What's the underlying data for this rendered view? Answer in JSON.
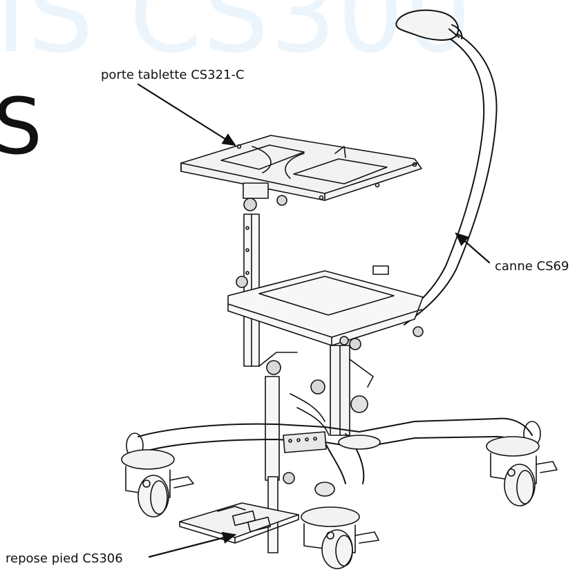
{
  "watermark_text": "IS CS300",
  "big_letter": "S",
  "callouts": {
    "tablette": "porte tablette CS321-C",
    "canne": "canne CS69",
    "repose_pied": "repose pied CS306"
  },
  "colors": {
    "line": "#111111",
    "watermark": "#ecf5fc",
    "fill_light": "#f2f2f2",
    "fill_mid": "#cfcfcf"
  }
}
